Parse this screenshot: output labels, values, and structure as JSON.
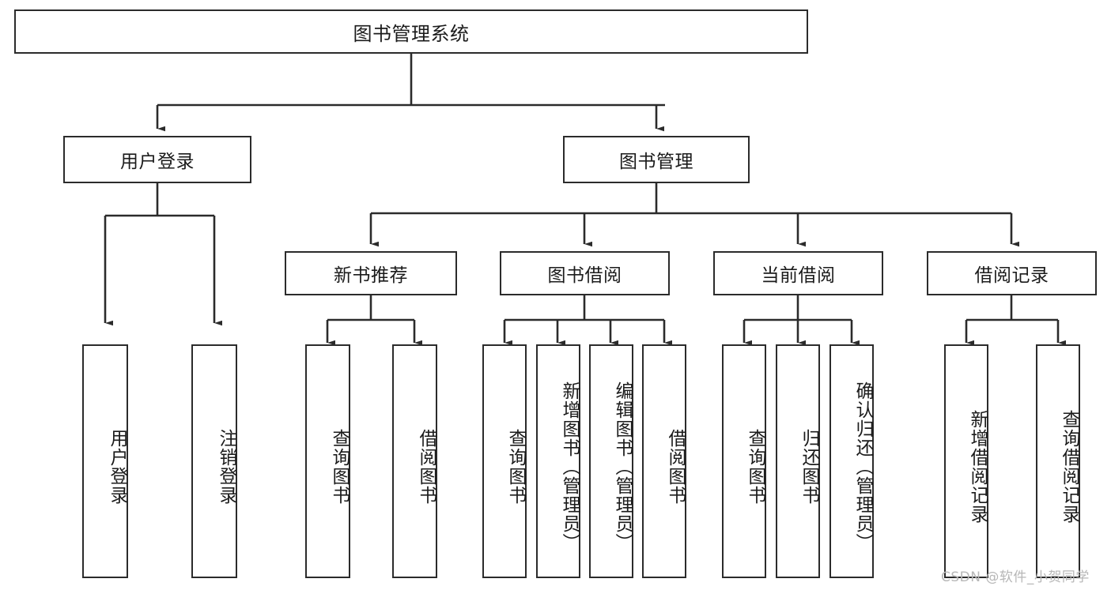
{
  "diagram": {
    "type": "tree-hierarchy",
    "root": {
      "id": "root",
      "label": "图书管理系统"
    },
    "level2": [
      {
        "id": "user-login",
        "label": "用户登录"
      },
      {
        "id": "book-management",
        "label": "图书管理"
      }
    ],
    "level3": [
      {
        "id": "new-book-recommend",
        "label": "新书推荐",
        "parent": "book-management"
      },
      {
        "id": "book-borrow",
        "label": "图书借阅",
        "parent": "book-management"
      },
      {
        "id": "current-borrow",
        "label": "当前借阅",
        "parent": "book-management"
      },
      {
        "id": "borrow-record",
        "label": "借阅记录",
        "parent": "book-management"
      }
    ],
    "leaves": [
      {
        "id": "leaf-user-login",
        "label": "用户登录",
        "parent": "user-login"
      },
      {
        "id": "leaf-logout",
        "label": "注销登录",
        "parent": "user-login"
      },
      {
        "id": "leaf-query-book-1",
        "label": "查询图书",
        "parent": "new-book-recommend"
      },
      {
        "id": "leaf-borrow-book-1",
        "label": "借阅图书",
        "parent": "new-book-recommend"
      },
      {
        "id": "leaf-query-book-2",
        "label": "查询图书",
        "parent": "book-borrow"
      },
      {
        "id": "leaf-add-book",
        "label": "新增图书（管理员）",
        "parent": "book-borrow"
      },
      {
        "id": "leaf-edit-book",
        "label": "编辑图书（管理员）",
        "parent": "book-borrow"
      },
      {
        "id": "leaf-borrow-book-2",
        "label": "借阅图书",
        "parent": "book-borrow"
      },
      {
        "id": "leaf-query-book-3",
        "label": "查询图书",
        "parent": "current-borrow"
      },
      {
        "id": "leaf-return-book",
        "label": "归还图书",
        "parent": "current-borrow"
      },
      {
        "id": "leaf-confirm-return",
        "label": "确认归还（管理员）",
        "parent": "current-borrow"
      },
      {
        "id": "leaf-add-record",
        "label": "新增借阅记录",
        "parent": "borrow-record"
      },
      {
        "id": "leaf-query-record",
        "label": "查询借阅记录",
        "parent": "borrow-record"
      }
    ],
    "watermark": "CSDN @软件_小贺同学",
    "colors": {
      "stroke": "#2b2b2b",
      "fill": "#ffffff",
      "text": "#1b1b1b",
      "watermark": "#b7b7b7"
    }
  }
}
